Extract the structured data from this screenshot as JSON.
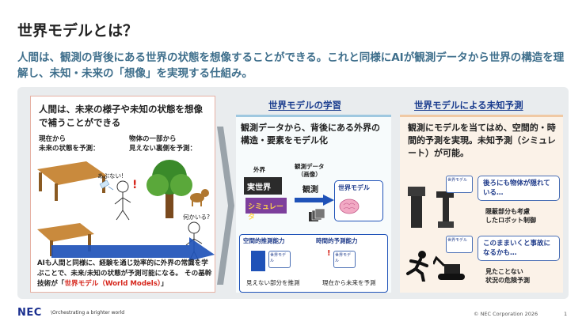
{
  "slide": {
    "title": "世界モデルとは？",
    "subtitle": "人間は、観測の背後にある世界の状態を想像することができる。これと同様にAIが観測データから世界の構造を理解し、未知・未来の「想像」を実現する仕組み。"
  },
  "left": {
    "heading": "人間は、未来の様子や未知の状態を想像で補うことができる",
    "caption_future": "現在から\n未来の状態を予測：",
    "caption_hidden": "物体の一部から\n見えない裏側を予測：",
    "callout_danger": "あぶない!",
    "callout_dog": "何かいる?",
    "exclaim": "!",
    "footer_line1": "AIも人間と同様に、経験を通じ効率的に外界の常識を学ぶことで、未来/未知の状態が予測可能になる。",
    "footer_line2_prefix": "その基幹技術が「",
    "footer_highlight": "世界モデル（World Models）",
    "footer_line2_suffix": "」"
  },
  "middle": {
    "section_title": "世界モデルの学習",
    "description": "観測データから、背後にある外界の構造・要素をモデル化",
    "label_world": "外界",
    "label_real": "実世界",
    "label_sim": "シミュレータ",
    "label_obs_data": "観測データ\n（画像）",
    "label_observe": "観測",
    "label_model": "世界モデル",
    "spatial_title": "空間的推測能力",
    "temporal_title": "時間的予測能力",
    "spatial_caption": "見えない部分を推測",
    "temporal_caption": "現在から未来を予測",
    "mini_model_1": "世界モデル",
    "mini_model_2": "世界モデル",
    "exclaim": "!"
  },
  "right": {
    "section_title": "世界モデルによる未知予測",
    "description": "観測にモデルを当てはめ、空間的・時間的予測を実現。未知予測（シミュレート）が可能。",
    "bubble_1": "後ろにも物体が隠れている…",
    "caption_1": "隠蔽部分も考慮\nしたロボット制御",
    "bubble_2": "このままいくと事故になるかも…",
    "caption_2": "見たことない\n状況の危険予測",
    "mini_model_1": "世界モデル",
    "mini_model_2": "世界モデル"
  },
  "footer": {
    "logo": "NEC",
    "tagline": "\\Orchestrating a brighter world",
    "copyright": "© NEC Corporation 2026",
    "page": "1"
  },
  "colors": {
    "subtitle": "#3f6f8c",
    "section_title": "#1a3c8e",
    "highlight": "#d6261c",
    "mid_accent": "#9fc8e0",
    "right_accent": "#f0c9a4",
    "left_border": "#e6b1a4"
  }
}
